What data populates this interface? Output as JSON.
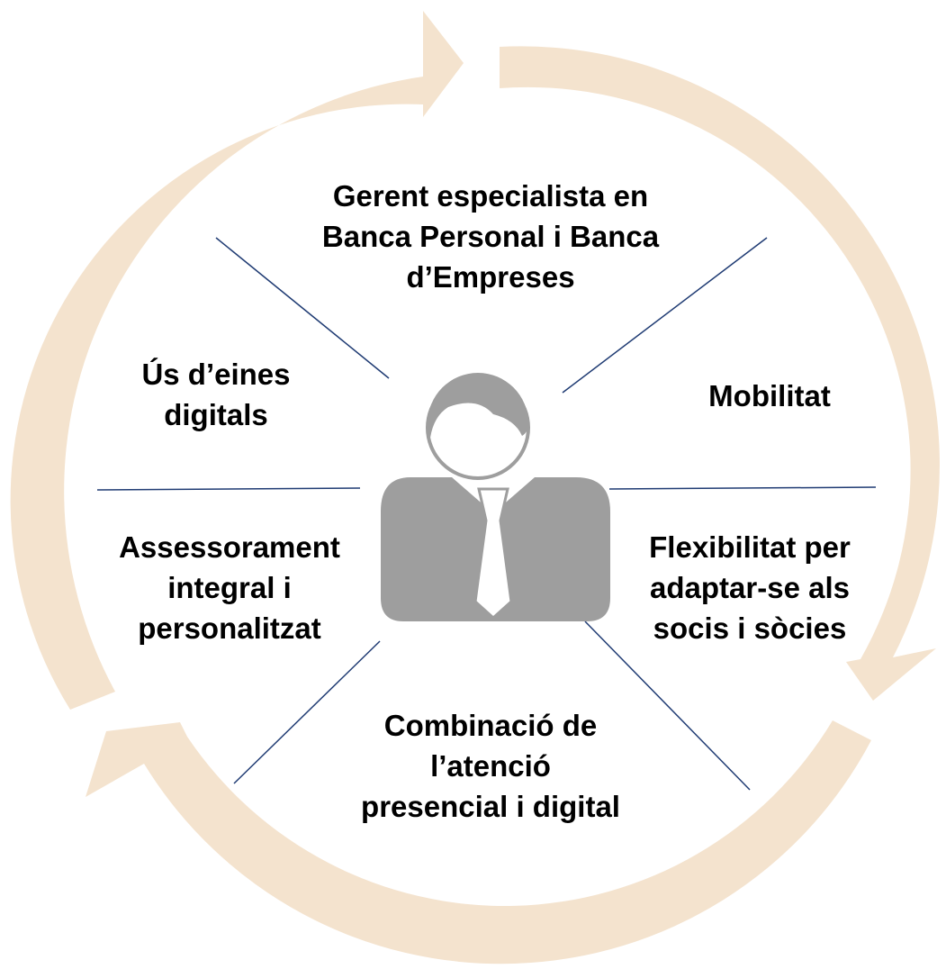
{
  "colors": {
    "cycle_arrows": "#f4e3ce",
    "divider_lines": "#1f3b73",
    "person_fill": "#9e9e9e",
    "person_outline": "#ffffff",
    "text": "#000000"
  },
  "icons": {
    "cycle": "circular-arrows-icon",
    "center": "businessman-icon"
  },
  "labels": {
    "top": "Gerent especialista en\nBanca Personal i Banca\nd’Empreses",
    "mobilitat": "Mobilitat",
    "eines": "Ús d’eines\ndigitals",
    "assessorament": "Assessorament\nintegral i\npersonalitzat",
    "flexibilitat": "Flexibilitat per\nadaptar-se als\nsocis i sòcies",
    "combinacio": "Combinació de\nl’atenció\npresencial i digital"
  }
}
